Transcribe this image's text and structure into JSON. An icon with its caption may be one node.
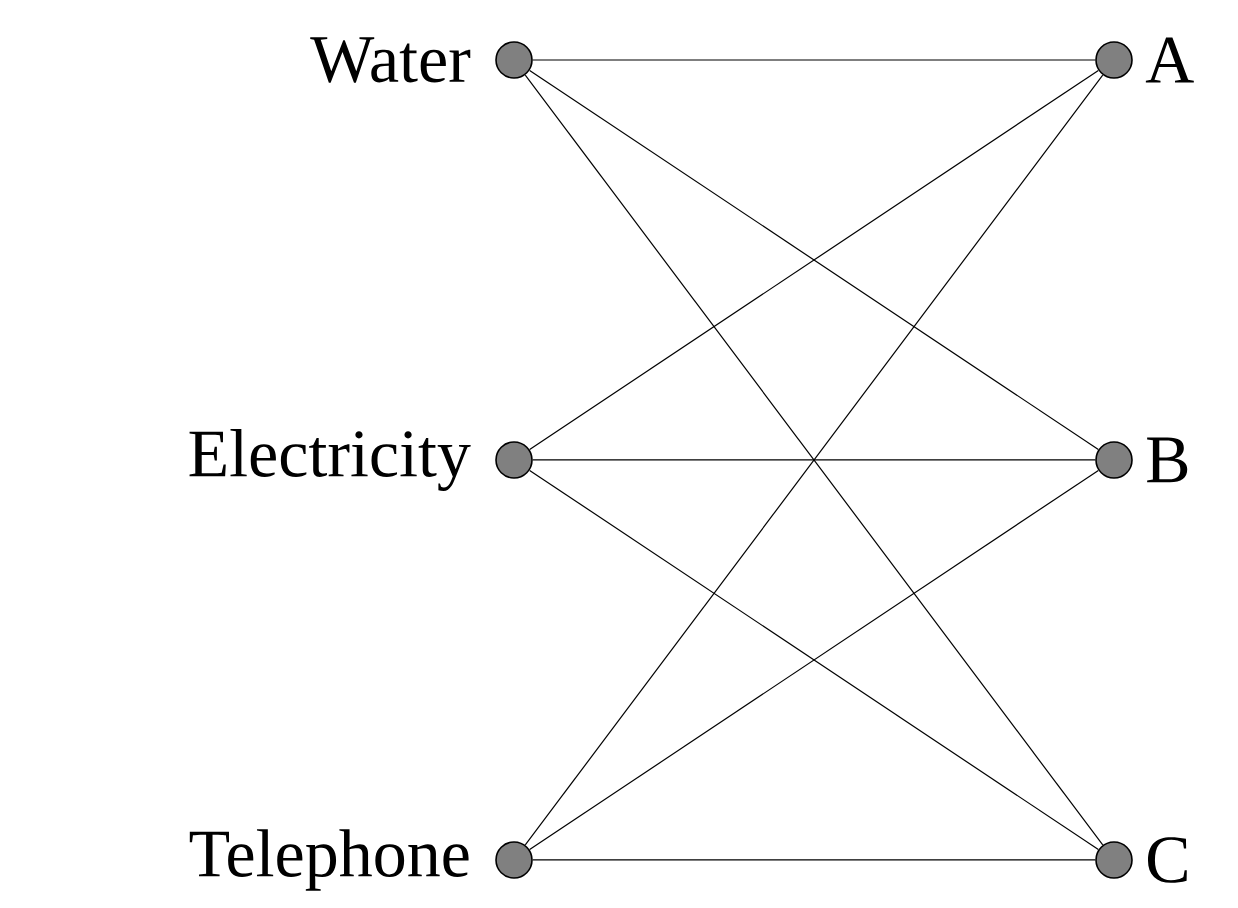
{
  "diagram": {
    "nodes": [
      {
        "text": [],
        "shape": "circle",
        "beside": [
          "Water"
        ]
      },
      {
        "text": [],
        "shape": "circle",
        "beside": [
          "A"
        ]
      },
      {
        "text": [],
        "shape": "circle",
        "beside": [
          "Electricity"
        ]
      },
      {
        "text": [],
        "shape": "circle",
        "beside": [
          "B"
        ]
      },
      {
        "text": [],
        "shape": "circle",
        "beside": [
          "Telephone"
        ]
      },
      {
        "text": [],
        "shape": "circle",
        "beside": [
          "C"
        ]
      }
    ],
    "edges": [
      {
        "from": 0,
        "to": 1,
        "arrow": "none"
      },
      {
        "from": 0,
        "to": 3,
        "arrow": "none"
      },
      {
        "from": 0,
        "to": 5,
        "arrow": "none"
      },
      {
        "from": 2,
        "to": 1,
        "arrow": "none"
      },
      {
        "from": 2,
        "to": 3,
        "arrow": "none"
      },
      {
        "from": 2,
        "to": 5,
        "arrow": "none"
      },
      {
        "from": 4,
        "to": 1,
        "arrow": "none"
      },
      {
        "from": 4,
        "to": 3,
        "arrow": "none"
      },
      {
        "from": 4,
        "to": 5,
        "arrow": "none"
      }
    ]
  }
}
